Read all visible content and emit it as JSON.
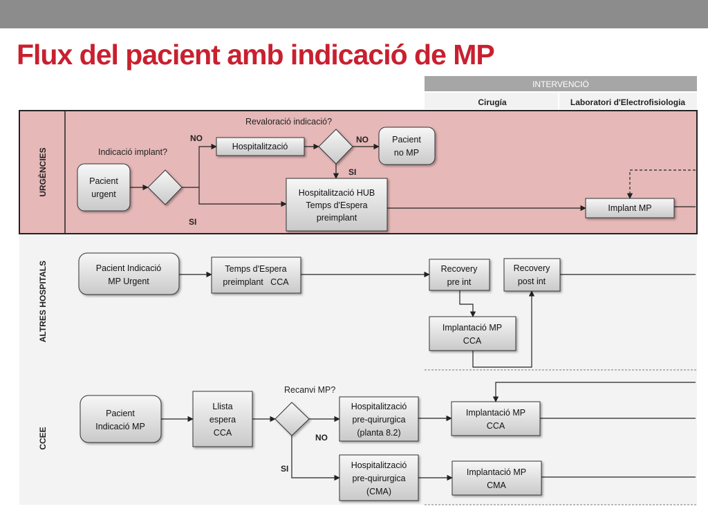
{
  "page": {
    "title": "Flux del pacient amb indicació de MP"
  },
  "header": {
    "group": "INTERVENCIÓ",
    "columns": [
      "Cirugía",
      "Laboratori d'Electrofisiologia"
    ]
  },
  "lanes": {
    "urgencies": "URGÈNCIES",
    "altres": "ALTRES HOSPITALS",
    "ccee": "CCEE"
  },
  "nodes": {
    "pacient_urgent": [
      "Pacient",
      "urgent"
    ],
    "hospitalitzacio": [
      "Hospitalització"
    ],
    "pacient_no_mp": [
      "Pacient",
      "no MP"
    ],
    "hosp_hub": [
      "Hospitalització HUB",
      "Temps d'Espera",
      "preimplant"
    ],
    "implant_mp": [
      "Implant MP"
    ],
    "pacient_ind_urgent": [
      "Pacient Indicació",
      "MP Urgent"
    ],
    "temps_espera_cca": [
      "Temps d'Espera",
      "preimplant   CCA"
    ],
    "recovery_pre": [
      "Recovery",
      "pre int"
    ],
    "recovery_post": [
      "Recovery",
      "post int"
    ],
    "implantacio_cca_1": [
      "Implantació MP",
      "CCA"
    ],
    "pacient_ind_mp": [
      "Pacient",
      "Indicació MP"
    ],
    "llista_espera": [
      "Llista",
      "espera",
      "CCA"
    ],
    "hosp_preq_82": [
      "Hospitalització",
      "pre-quirurgica",
      "(planta 8.2)"
    ],
    "implantacio_cca_2": [
      "Implantació MP",
      "CCA"
    ],
    "hosp_preq_cma": [
      "Hospitalització",
      "pre-quirurgica",
      "(CMA)"
    ],
    "implantacio_cma": [
      "Implantació MP",
      "CMA"
    ]
  },
  "decisions": {
    "indicacio": "Indicació implant?",
    "revaloracio": "Revaloració indicació?",
    "recanvi": "Recanvi MP?"
  },
  "edge_labels": {
    "no_1": "NO",
    "si_1": "SI",
    "no_2": "NO",
    "si_2": "SI",
    "no_3": "NO",
    "si_3": "SI"
  },
  "colors": {
    "title": "#c8202f",
    "lane_urgent": "#e6b8b8",
    "lane_gray": "#f3f3f3",
    "header_dark": "#a6a6a6",
    "node_grad_top": "#f7f7f7",
    "node_grad_bottom": "#c9c9c9"
  }
}
